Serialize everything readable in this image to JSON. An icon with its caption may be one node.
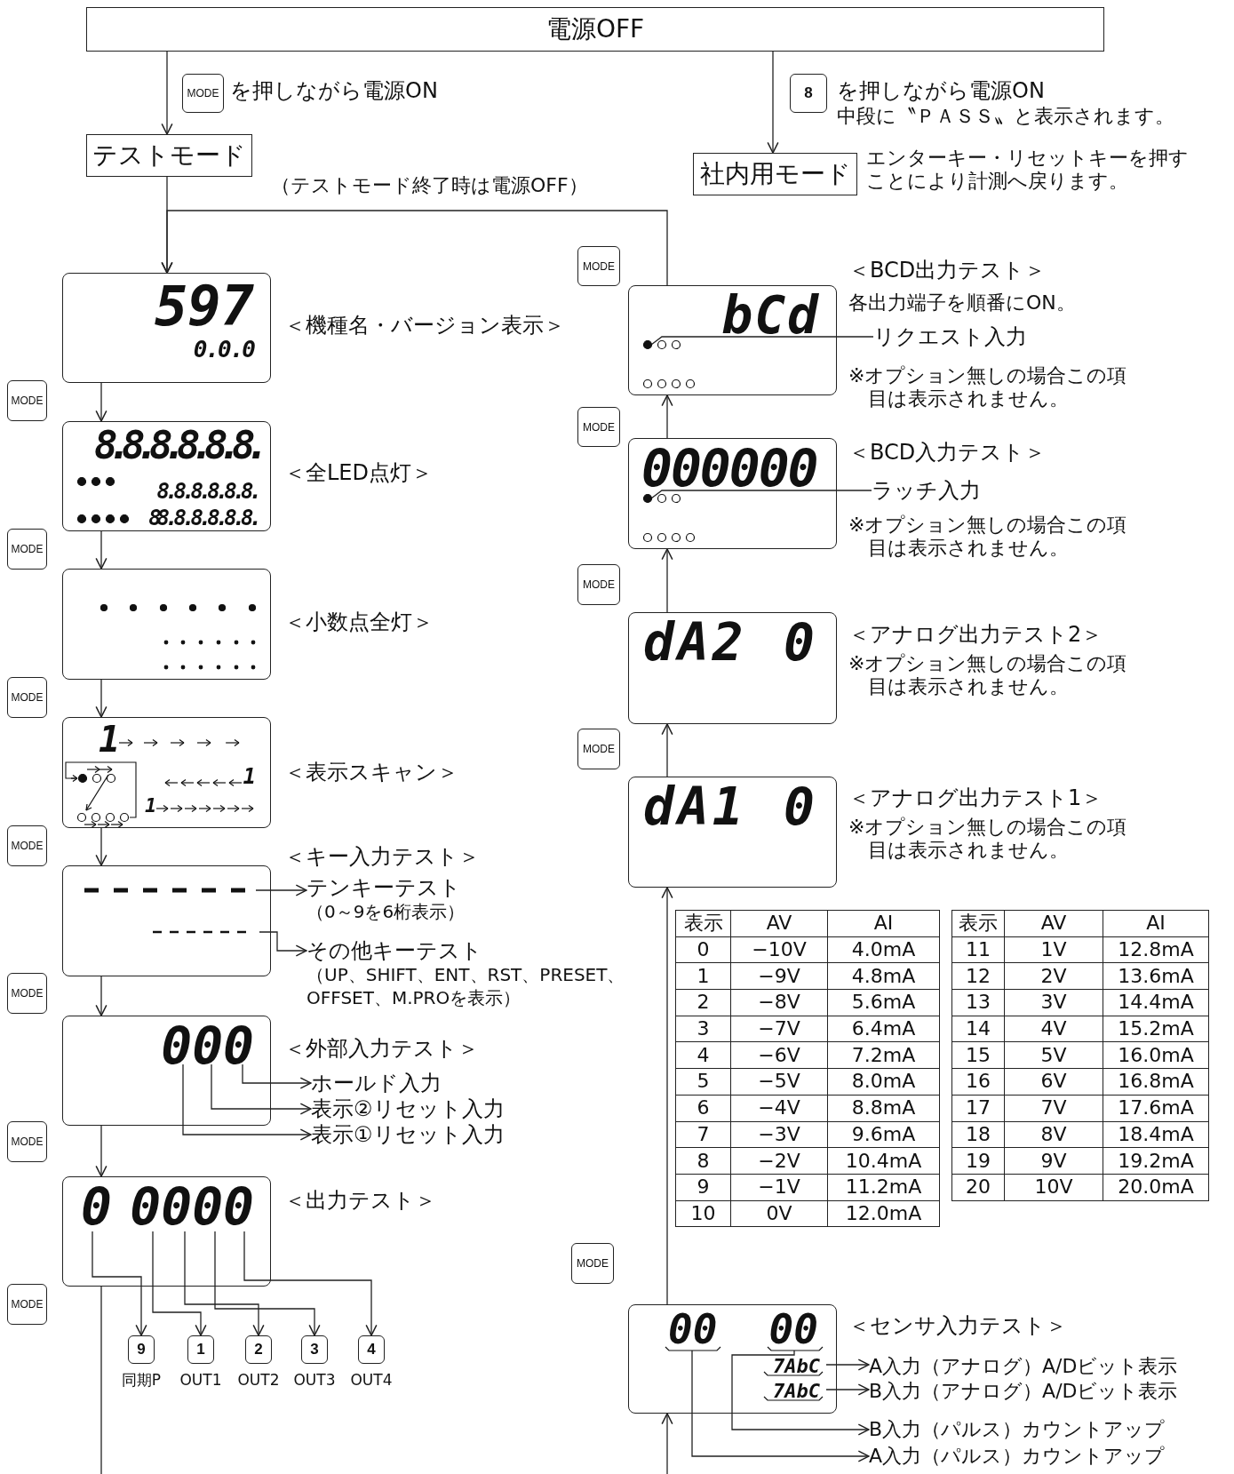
{
  "diagram": {
    "nodes": [
      {
        "text": [
          "電源OFF"
        ]
      },
      {
        "text": [
          "MODE"
        ],
        "beside": [
          "を押しながら電源ON"
        ]
      },
      {
        "text": [
          "テストモード"
        ]
      },
      {
        "text": [
          "8"
        ],
        "beside": [
          "を押しながら電源ON",
          "中段に〝ＰＡＳＳ〟と表示されます。"
        ]
      },
      {
        "text": [
          "社内用モード"
        ],
        "beside": [
          "エンターキー・リセットキーを押すことにより計測へ戻ります。"
        ]
      },
      {
        "text": [
          "597",
          "0.0.0"
        ],
        "beside": [
          "＜機種名・バージョン表示＞"
        ]
      },
      {
        "text": [
          "MODE"
        ]
      },
      {
        "text": [
          "8.8.8.8.8.8.",
          "8.8.8.8.8.8.",
          "88.8.8.8.8.8."
        ],
        "beside": [
          "＜全LED点灯＞"
        ]
      },
      {
        "text": [
          "MODE"
        ]
      },
      {
        "text": [],
        "shape": "box",
        "beside": [
          "＜小数点全灯＞"
        ]
      },
      {
        "text": [
          "MODE"
        ]
      },
      {
        "text": [
          "1",
          "1",
          "1"
        ],
        "beside": [
          "＜表示スキャン＞"
        ]
      },
      {
        "text": [
          "MODE"
        ]
      },
      {
        "text": [],
        "shape": "box",
        "beside": [
          "＜キー入力テスト＞"
        ]
      },
      {
        "text": [
          "テンキーテスト",
          "（0～9を6桁表示）"
        ]
      },
      {
        "text": [
          "その他キーテスト",
          "（UP、SHIFT、ENT、RST、PRESET、OFFSET、M.PROを表示）"
        ]
      },
      {
        "text": [
          "MODE"
        ]
      },
      {
        "text": [
          "000"
        ],
        "beside": [
          "＜外部入力テスト＞"
        ]
      },
      {
        "text": [
          "ホールド入力"
        ]
      },
      {
        "text": [
          "表示②リセット入力"
        ]
      },
      {
        "text": [
          "表示①リセット入力"
        ]
      },
      {
        "text": [
          "MODE"
        ]
      },
      {
        "text": [
          "0",
          "0000"
        ],
        "beside": [
          "＜出力テスト＞"
        ]
      },
      {
        "text": [
          "MODE"
        ]
      },
      {
        "text": [
          "9"
        ],
        "beside": [
          "同期P"
        ]
      },
      {
        "text": [
          "1"
        ],
        "beside": [
          "OUT1"
        ]
      },
      {
        "text": [
          "2"
        ],
        "beside": [
          "OUT2"
        ]
      },
      {
        "text": [
          "3"
        ],
        "beside": [
          "OUT3"
        ]
      },
      {
        "text": [
          "4"
        ],
        "beside": [
          "OUT4"
        ]
      },
      {
        "text": [
          "MODE"
        ]
      },
      {
        "text": [
          "bCd"
        ],
        "beside": [
          "＜BCD出力テスト＞",
          "各出力端子を順番にON。",
          "※オプション無しの場合この項目は表示されません。"
        ]
      },
      {
        "text": [
          "リクエスト入力"
        ]
      },
      {
        "text": [
          "MODE"
        ]
      },
      {
        "text": [
          "000000"
        ],
        "beside": [
          "＜BCD入力テスト＞",
          "※オプション無しの場合この項目は表示されません。"
        ]
      },
      {
        "text": [
          "ラッチ入力"
        ]
      },
      {
        "text": [
          "MODE"
        ]
      },
      {
        "text": [
          "dA2",
          "0"
        ],
        "beside": [
          "＜アナログ出力テスト2＞",
          "※オプション無しの場合この項目は表示されません。"
        ]
      },
      {
        "text": [
          "MODE"
        ]
      },
      {
        "text": [
          "dA1",
          "0"
        ],
        "beside": [
          "＜アナログ出力テスト1＞",
          "※オプション無しの場合この項目は表示されません。"
        ]
      },
      {
        "text": [
          "MODE"
        ]
      },
      {
        "text": [
          "00",
          "00",
          "7AbC",
          "7AbC"
        ],
        "beside": [
          "＜センサ入力テスト＞"
        ]
      },
      {
        "text": [
          "A入力（アナログ）A/Dビット表示"
        ]
      },
      {
        "text": [
          "B入力（アナログ）A/Dビット表示"
        ]
      },
      {
        "text": [
          "B入力（パルス）カウントアップ"
        ]
      },
      {
        "text": [
          "A入力（パルス）カウントアップ"
        ]
      }
    ],
    "edges": [
      {
        "from": 0,
        "to": 2,
        "arrow": "to"
      },
      {
        "from": 0,
        "to": 4,
        "arrow": "to"
      },
      {
        "from": 2,
        "to": 5,
        "arrow": "to"
      },
      {
        "from": 30,
        "to": 5,
        "arrow": "to"
      },
      {
        "from": 5,
        "to": 7,
        "arrow": "to"
      },
      {
        "from": 7,
        "to": 9,
        "arrow": "to"
      },
      {
        "from": 9,
        "to": 11,
        "arrow": "to"
      },
      {
        "from": 11,
        "to": 13,
        "arrow": "to"
      },
      {
        "from": 13,
        "to": 17,
        "arrow": "to"
      },
      {
        "from": 17,
        "to": 22,
        "arrow": "to"
      },
      {
        "from": 22,
        "to": null,
        "arrow": "none"
      },
      {
        "from": null,
        "to": 40,
        "arrow": "to"
      },
      {
        "from": 40,
        "to": 38,
        "arrow": "to"
      },
      {
        "from": 38,
        "to": 36,
        "arrow": "to"
      },
      {
        "from": 36,
        "to": 33,
        "arrow": "to"
      },
      {
        "from": 33,
        "to": 30,
        "arrow": "to"
      },
      {
        "from": 13,
        "to": 14,
        "arrow": "to"
      },
      {
        "from": 13,
        "to": 15,
        "arrow": "to"
      },
      {
        "from": 17,
        "to": 18,
        "arrow": "to"
      },
      {
        "from": 17,
        "to": 19,
        "arrow": "to"
      },
      {
        "from": 17,
        "to": 20,
        "arrow": "to"
      },
      {
        "from": 22,
        "to": 24,
        "arrow": "to"
      },
      {
        "from": 22,
        "to": 25,
        "arrow": "to"
      },
      {
        "from": 22,
        "to": 26,
        "arrow": "to"
      },
      {
        "from": 22,
        "to": 27,
        "arrow": "to"
      },
      {
        "from": 22,
        "to": 28,
        "arrow": "to"
      },
      {
        "from": 30,
        "to": 31,
        "arrow": "none"
      },
      {
        "from": 33,
        "to": 34,
        "arrow": "none"
      },
      {
        "from": 40,
        "to": 41,
        "arrow": "to"
      },
      {
        "from": 40,
        "to": 42,
        "arrow": "to"
      },
      {
        "from": 40,
        "to": 43,
        "arrow": "to"
      },
      {
        "from": 40,
        "to": 44,
        "arrow": "to"
      }
    ],
    "labels": [
      "（テストモード終了時は電源OFF）",
      "表示",
      "AV",
      "AI",
      "0",
      "−10V",
      "4.0mA",
      "1",
      "−9V",
      "4.8mA",
      "2",
      "−8V",
      "5.6mA",
      "3",
      "−7V",
      "6.4mA",
      "4",
      "−6V",
      "7.2mA",
      "5",
      "−5V",
      "8.0mA",
      "6",
      "−4V",
      "8.8mA",
      "7",
      "−3V",
      "9.6mA",
      "8",
      "−2V",
      "10.4mA",
      "9",
      "−1V",
      "11.2mA",
      "10",
      "0V",
      "12.0mA",
      "表示",
      "AV",
      "AI",
      "11",
      "1V",
      "12.8mA",
      "12",
      "2V",
      "13.6mA",
      "13",
      "3V",
      "14.4mA",
      "14",
      "4V",
      "15.2mA",
      "15",
      "5V",
      "16.0mA",
      "16",
      "6V",
      "16.8mA",
      "17",
      "7V",
      "17.6mA",
      "18",
      "8V",
      "18.4mA",
      "19",
      "9V",
      "19.2mA",
      "20",
      "10V",
      "20.0mA"
    ]
  }
}
